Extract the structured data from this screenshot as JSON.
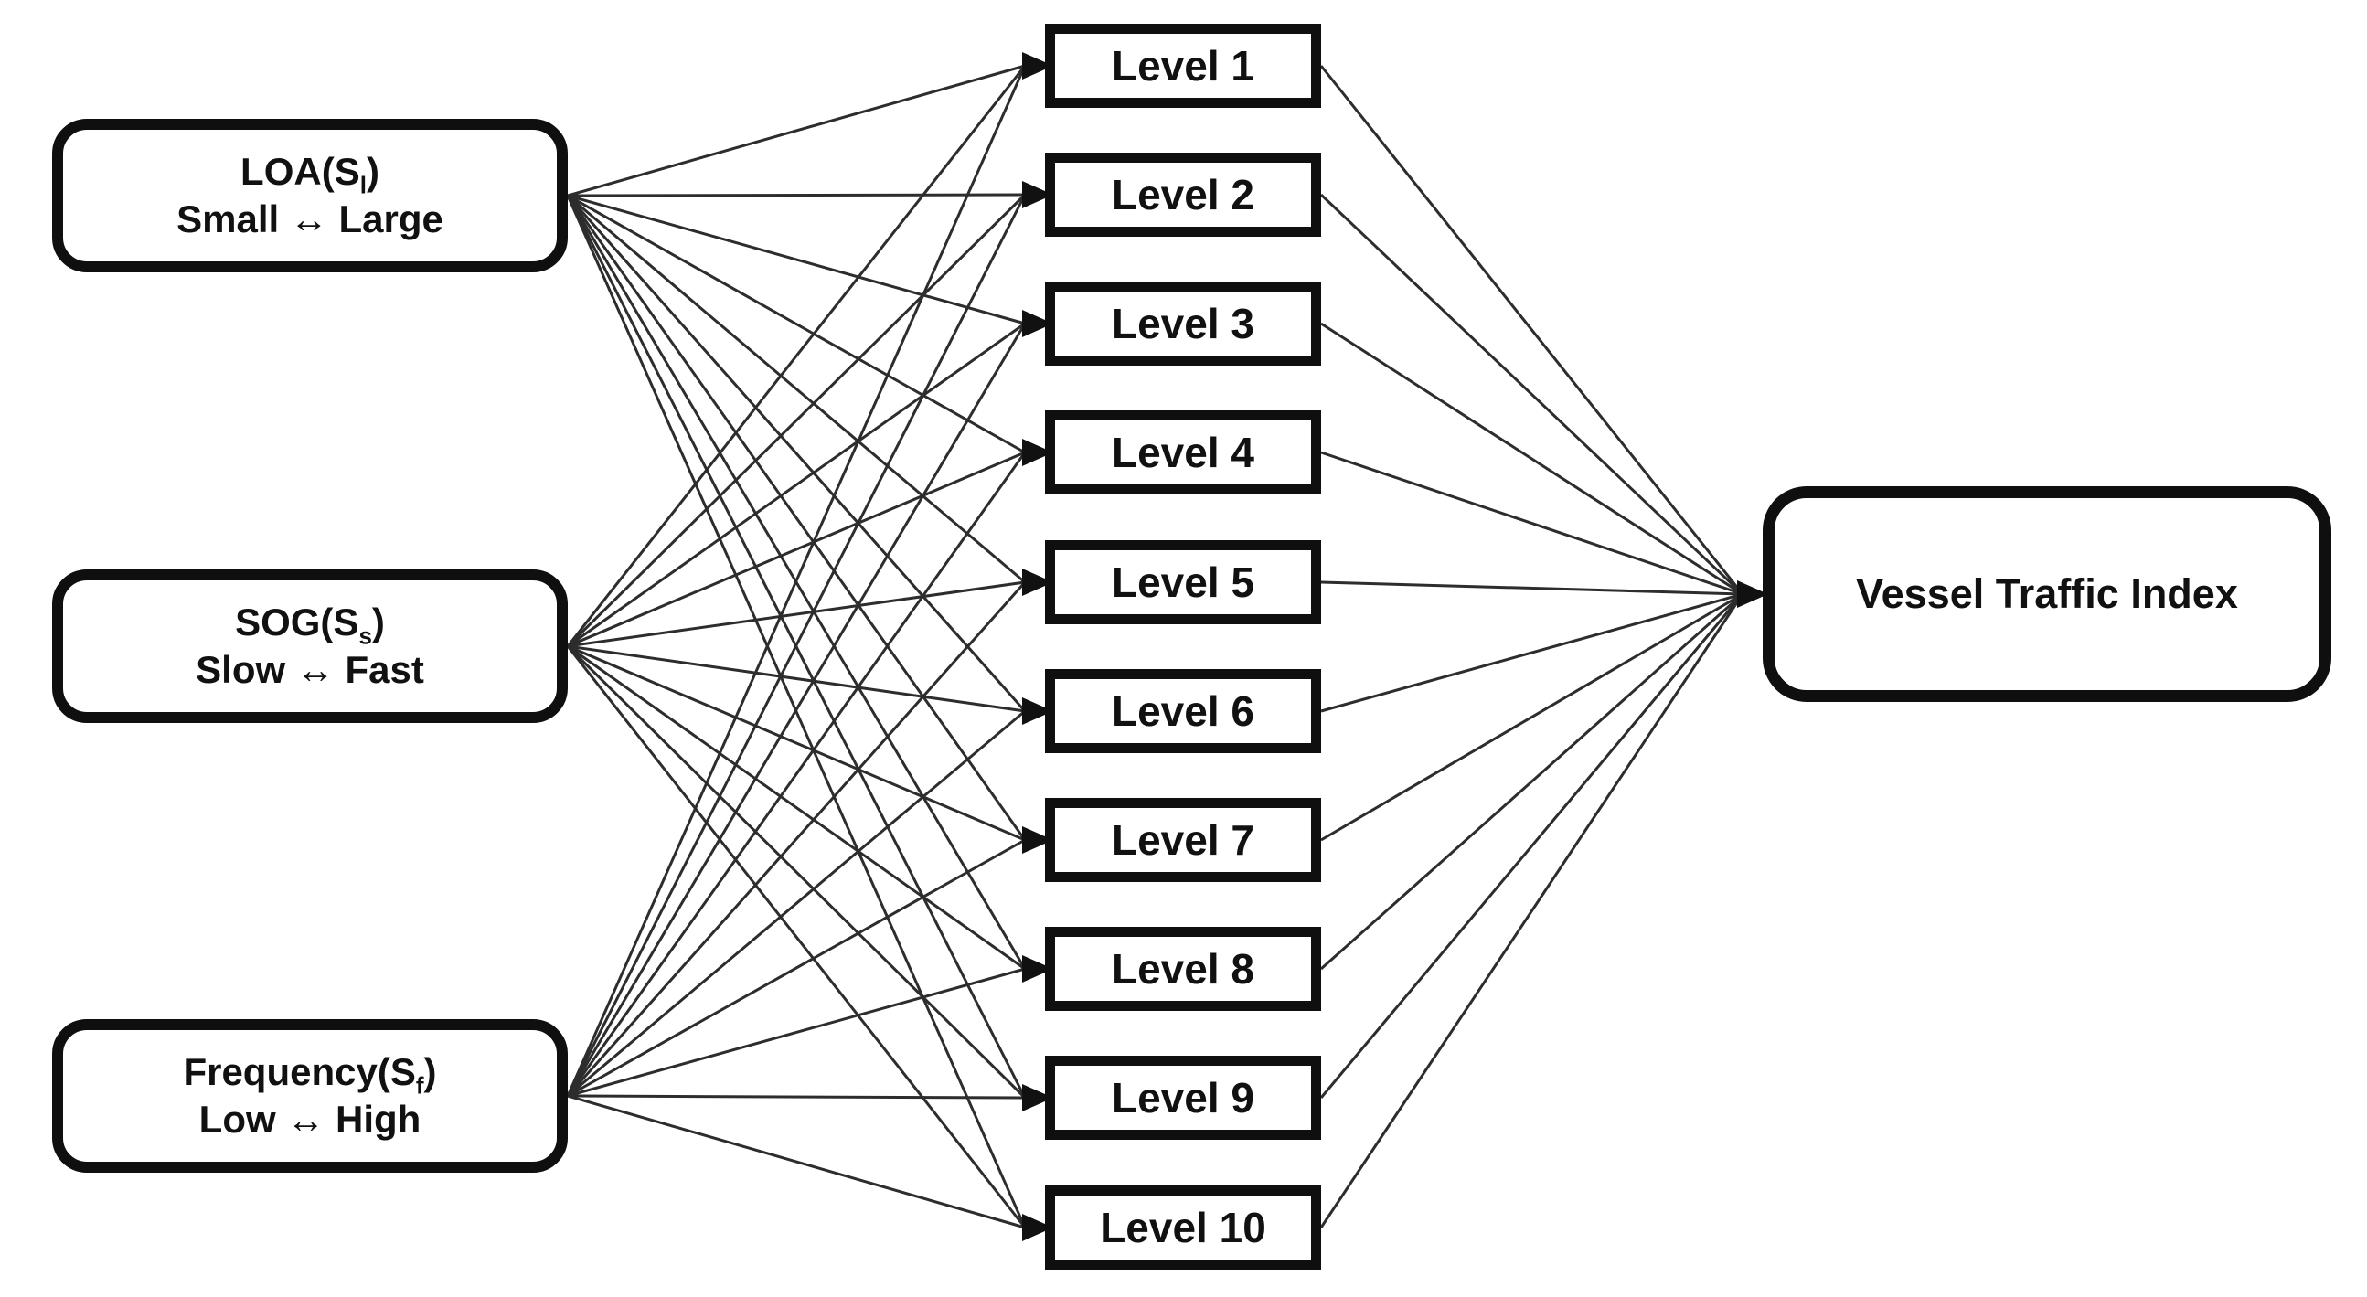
{
  "diagram": {
    "inputs": [
      {
        "id": "loa",
        "title_pre": "LOA(S",
        "title_sub": "l",
        "title_post": ")",
        "range": "Small ↔ Large"
      },
      {
        "id": "sog",
        "title_pre": "SOG(S",
        "title_sub": "s",
        "title_post": ")",
        "range": "Slow ↔ Fast"
      },
      {
        "id": "frequency",
        "title_pre": "Frequency(S",
        "title_sub": "f",
        "title_post": ")",
        "range": "Low ↔ High"
      }
    ],
    "levels": [
      {
        "label": "Level 1"
      },
      {
        "label": "Level 2"
      },
      {
        "label": "Level 3"
      },
      {
        "label": "Level 4"
      },
      {
        "label": "Level 5"
      },
      {
        "label": "Level 6"
      },
      {
        "label": "Level 7"
      },
      {
        "label": "Level 8"
      },
      {
        "label": "Level 9"
      },
      {
        "label": "Level 10"
      }
    ],
    "output": {
      "label": "Vessel Traffic Index"
    },
    "edges": {
      "input_to_level": {
        "type": "complete"
      },
      "level_to_output": {
        "type": "complete"
      }
    },
    "colors": {
      "background": "#ffffff",
      "edge": "#2d2d2d",
      "arrowhead": "#111111",
      "node_border": "#0f0f0f",
      "text": "#111111"
    }
  }
}
